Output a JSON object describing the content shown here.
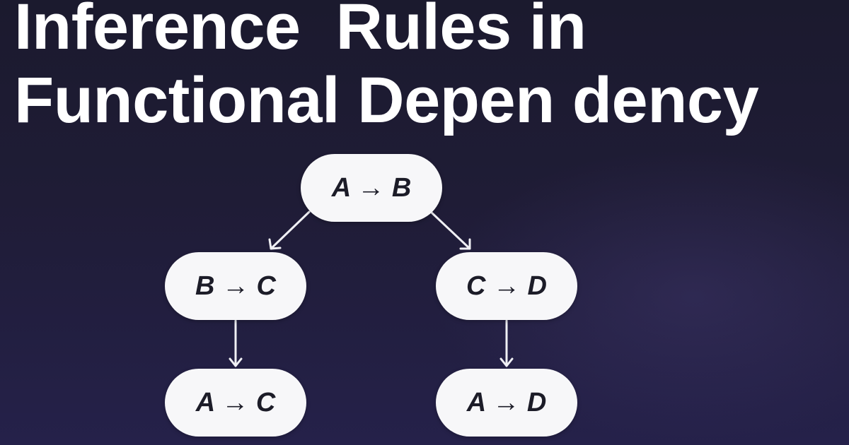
{
  "title": {
    "line1": "Inference  Rules in",
    "line2": "Functional Depen dency"
  },
  "nodes": {
    "ab": "A → B",
    "bc": "B → C",
    "cd": "C → D",
    "ac": "A → C",
    "ad": "A → D"
  },
  "colors": {
    "background": "#1f1c36",
    "node_fill": "#f7f7f9",
    "text": "#ffffff",
    "arrow": "#f0f0f4"
  }
}
